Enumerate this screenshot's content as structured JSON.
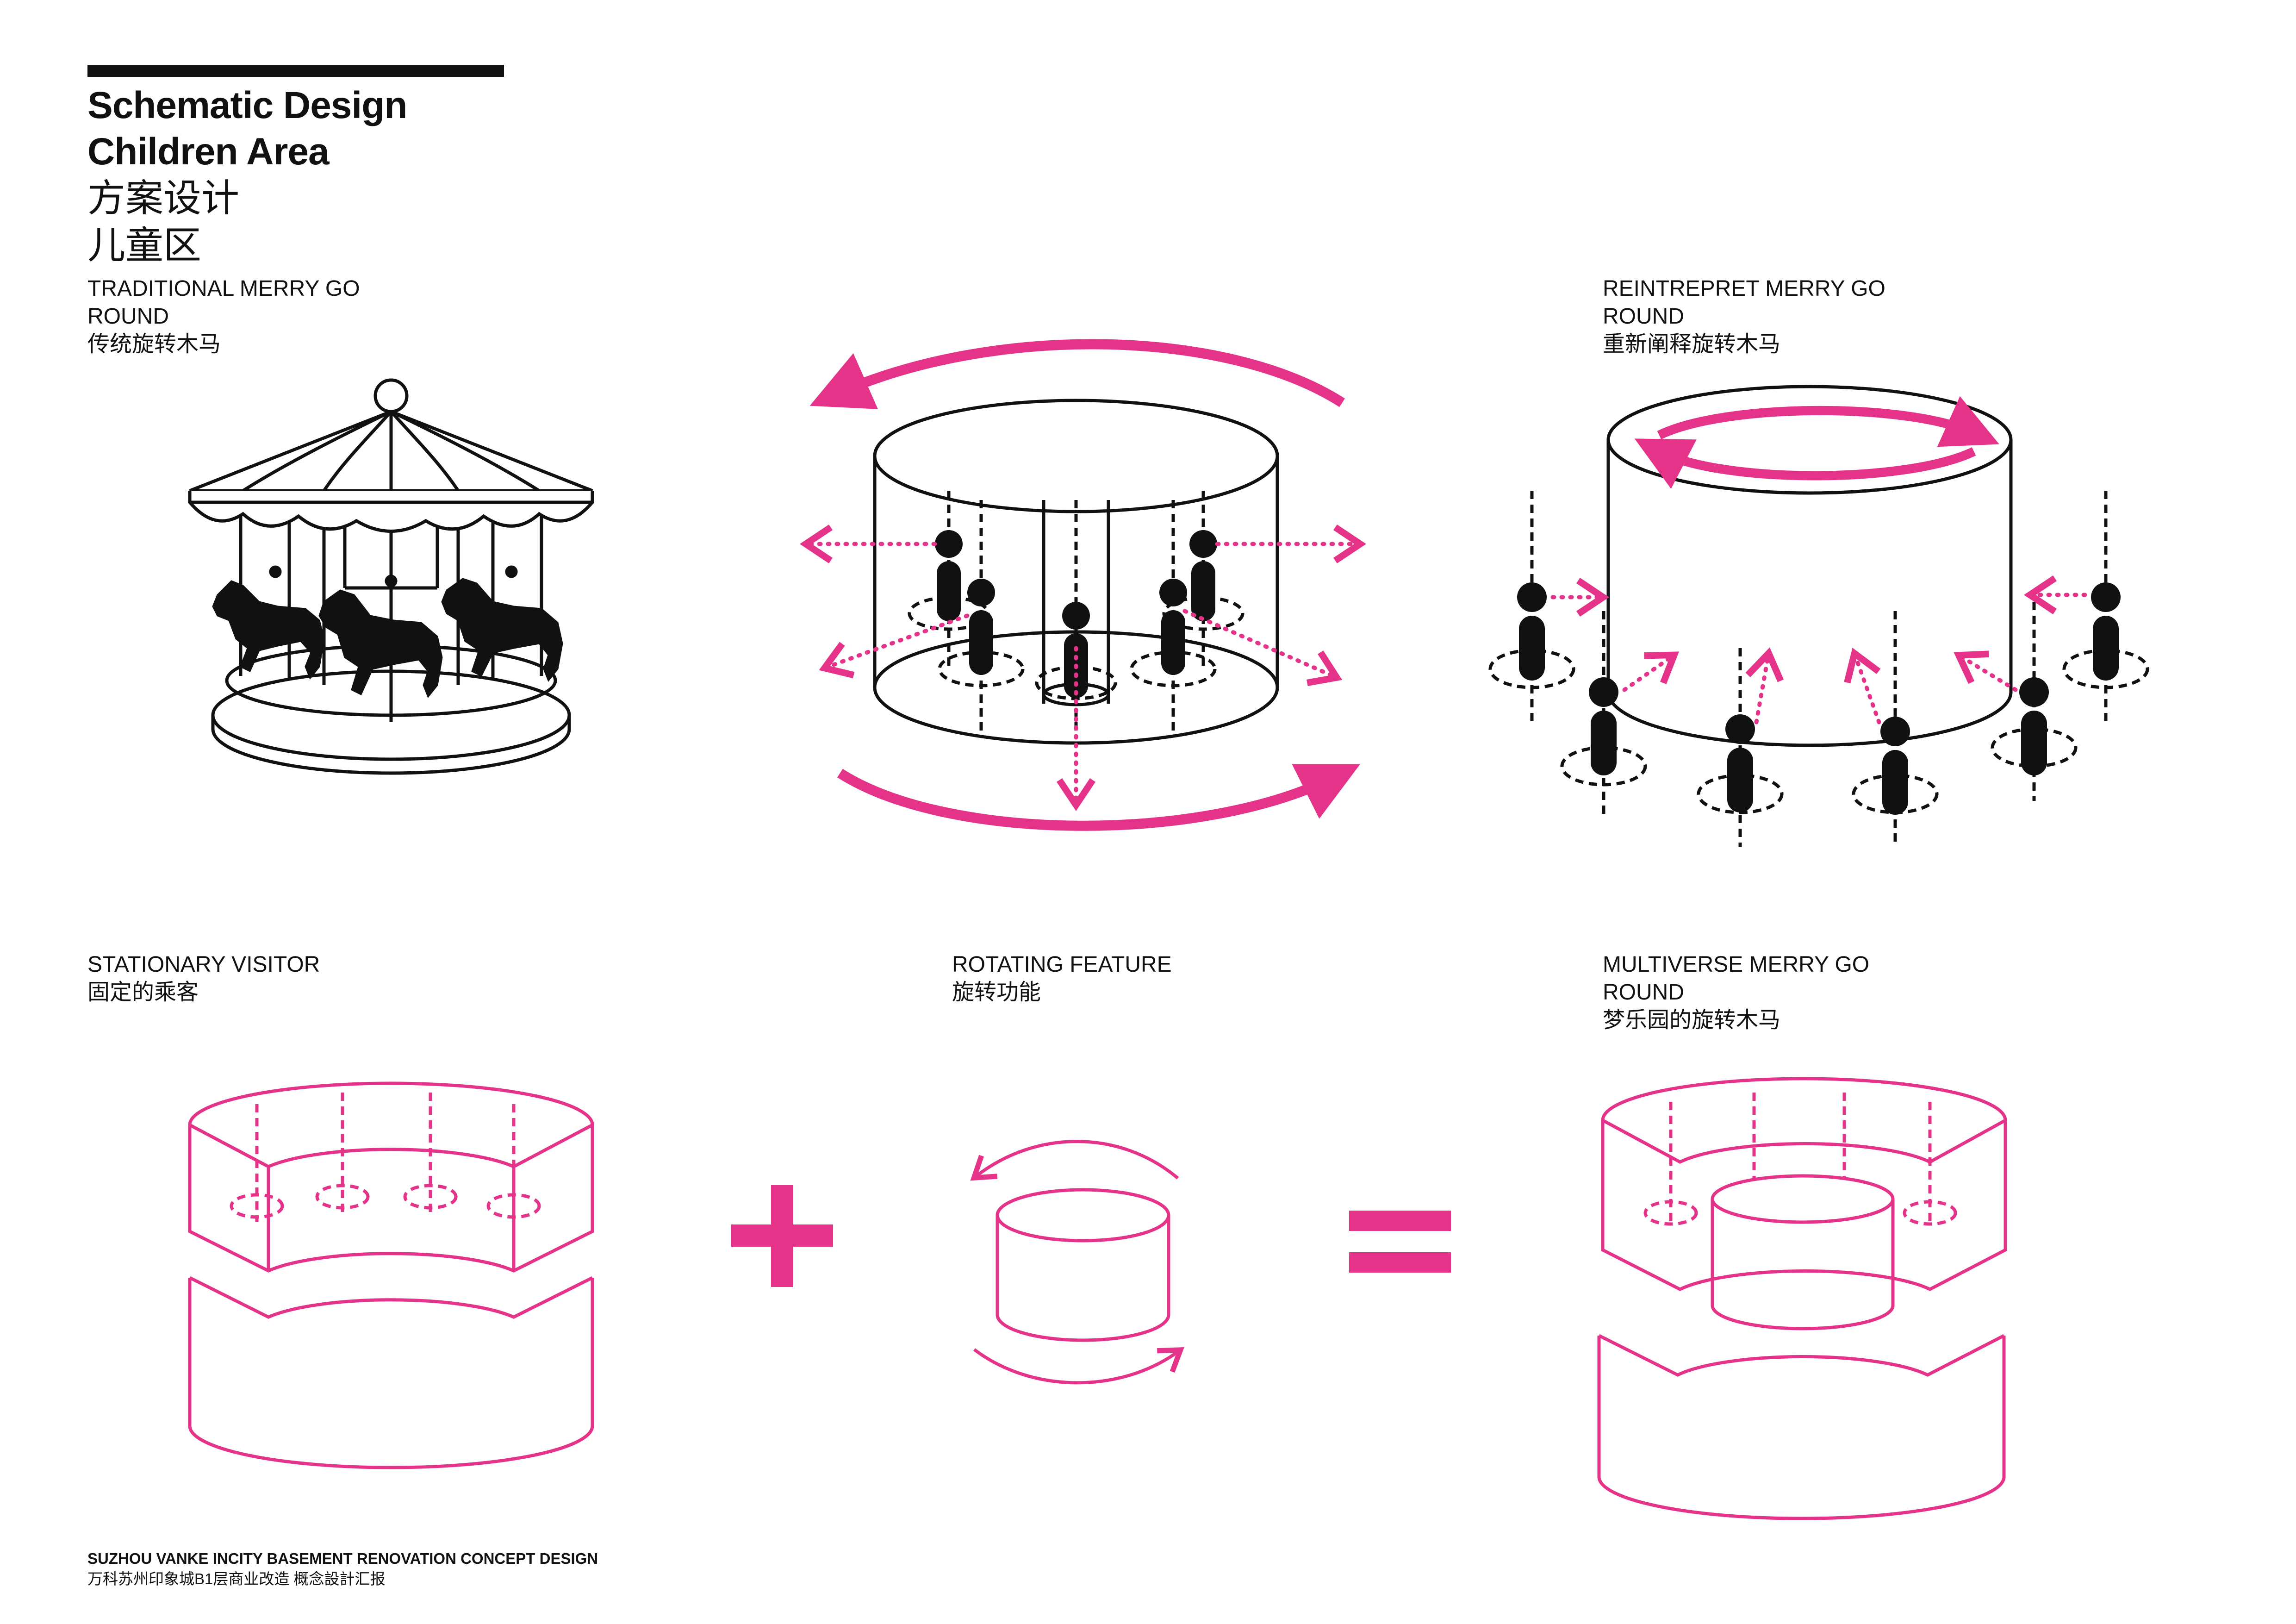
{
  "header": {
    "title_line1": "Schematic Design",
    "title_line2": "Children Area",
    "title_cn_line1": "方案设计",
    "title_cn_line2": "儿童区"
  },
  "panels": {
    "traditional": {
      "label_line1": "TRADITIONAL MERRY GO",
      "label_line2": "ROUND",
      "label_cn": "传统旋转木马"
    },
    "reinterpret": {
      "label_line1": "REINTREPRET MERRY GO",
      "label_line2": "ROUND",
      "label_cn": "重新阐释旋转木马"
    },
    "stationary": {
      "label_line1": "STATIONARY VISITOR",
      "label_cn": "固定的乘客"
    },
    "rotating": {
      "label_line1": "ROTATING FEATURE",
      "label_cn": "旋转功能"
    },
    "multiverse": {
      "label_line1": "MULTIVERSE MERRY GO",
      "label_line2": "ROUND",
      "label_cn": "梦乐园的旋转木马"
    }
  },
  "operators": {
    "plus": "+",
    "equals": "="
  },
  "footer": {
    "line1": "SUZHOU VANKE INCITY BASEMENT RENOVATION CONCEPT DESIGN",
    "line2": "万科苏州印象城B1层商业改造 概念設計汇报"
  },
  "colors": {
    "accent": "#e6338a",
    "ink": "#111111"
  }
}
